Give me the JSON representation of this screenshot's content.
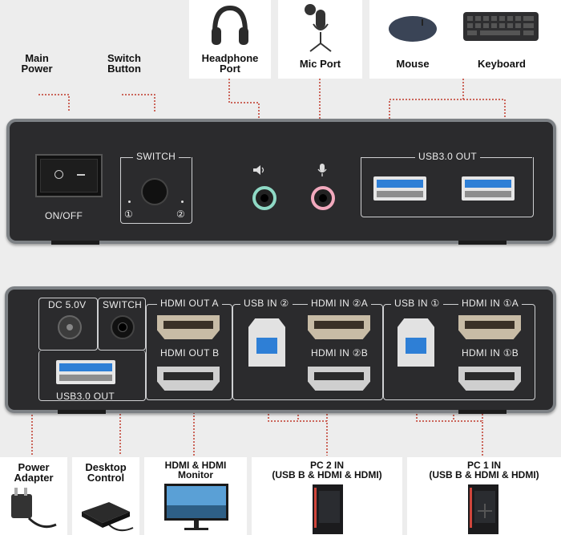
{
  "front_labels": {
    "main_power": "Main\nPower",
    "switch_button": "Switch\nButton"
  },
  "top_cards": {
    "headphone": "Headphone\nPort",
    "mic": "Mic Port",
    "mouse": "Mouse",
    "keyboard": "Keyboard"
  },
  "front_panel": {
    "onoff": "ON/OFF",
    "switch": "SWITCH",
    "led1": "①",
    "led2": "②",
    "usb_out": "USB3.0 OUT"
  },
  "back_panel": {
    "dc": "DC 5.0V",
    "switch": "SWITCH",
    "hdmi_out_a": "HDMI OUT A",
    "hdmi_out_b": "HDMI OUT B",
    "usb_in_2": "USB IN ②",
    "hdmi_in_2a": "HDMI IN ②A",
    "hdmi_in_2b": "HDMI IN ②B",
    "usb_in_1": "USB IN ①",
    "hdmi_in_1a": "HDMI IN ①A",
    "hdmi_in_1b": "HDMI IN ①B",
    "usb_out": "USB3.0 OUT"
  },
  "bottom_cards": {
    "power": "Power\nAdapter",
    "desktop": "Desktop\nControl",
    "monitor": "HDMI & HDMI\nMonitor",
    "pc2": "PC 2 IN\n(USB B & HDMI & HDMI)",
    "pc1": "PC 1 IN\n(USB B & HDMI & HDMI)"
  },
  "colors": {
    "accent_line": "#c0392b",
    "usb_blue": "#2e7fd6",
    "panel": "#2b2b2d"
  }
}
